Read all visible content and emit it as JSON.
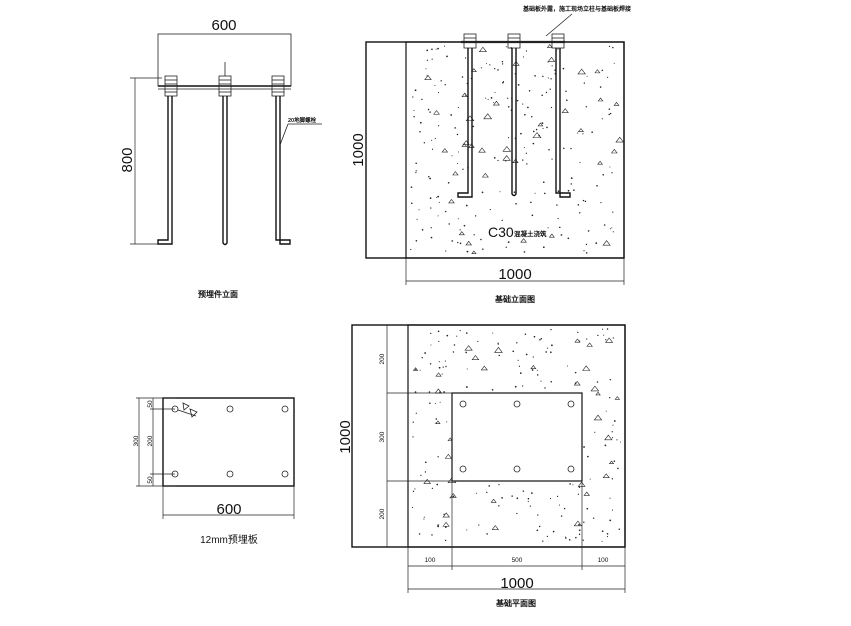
{
  "elevation_embedded": {
    "top_dim": "600",
    "height_dim": "800",
    "bolt_label": "20地脚螺栓",
    "caption": "预埋件立面"
  },
  "foundation_elevation": {
    "top_note": "基础板外露，施工现场立柱与基础板焊接",
    "height_dim": "1000",
    "width_dim": "1000",
    "concrete_grade": "C30",
    "concrete_note": "混凝土浇筑",
    "caption": "基础立面图"
  },
  "plate": {
    "dims_left": [
      "50",
      "200",
      "50"
    ],
    "total_left": "300",
    "width_dim": "600",
    "caption": "12mm预埋板"
  },
  "foundation_plan": {
    "height_dim": "1000",
    "dims_left": [
      "200",
      "300",
      "200"
    ],
    "dims_bottom": [
      "100",
      "500",
      "100"
    ],
    "width_dim": "1000",
    "caption": "基础平面图"
  },
  "colors": {
    "line": "#111111",
    "background": "#ffffff"
  }
}
